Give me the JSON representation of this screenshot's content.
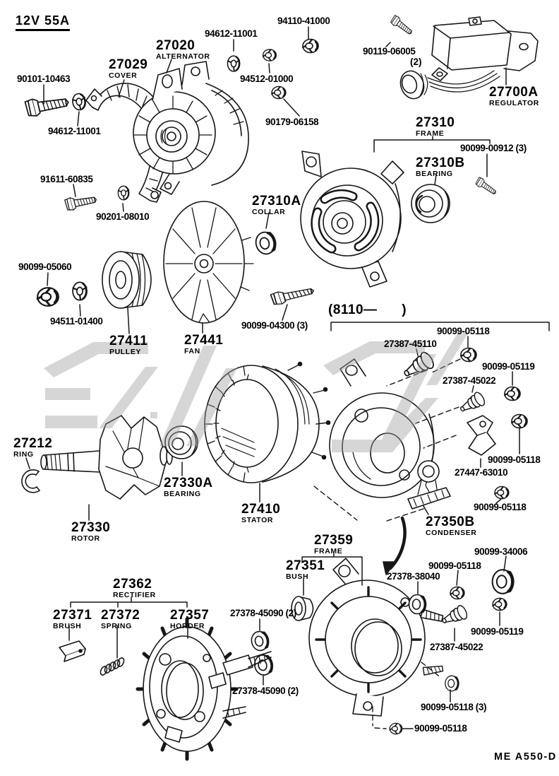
{
  "doc": {
    "type": "exploded-parts-diagram",
    "subject": "alternator",
    "watermark": {
      "icon": "logo-watermark",
      "color": "#9e9e9e"
    }
  },
  "labels": [
    {
      "num": "12V 55A"
    },
    {
      "num": "90101-10463"
    },
    {
      "num": "94612-11001"
    },
    {
      "num": "27029",
      "name": "COVER"
    },
    {
      "num": "27020",
      "name": "ALTERNATOR"
    },
    {
      "num": "94612-11001"
    },
    {
      "num": "94110-41000"
    },
    {
      "num": "94512-01000"
    },
    {
      "num": "90179-06158"
    },
    {
      "num": "90119-06005",
      "qty": "(2)"
    },
    {
      "num": "27700A",
      "name": "REGULATOR"
    },
    {
      "num": "27310",
      "name": "FRAME"
    },
    {
      "num": "90099-00912 (3)"
    },
    {
      "num": "27310B",
      "name": "BEARING"
    },
    {
      "num": "91611-60835"
    },
    {
      "num": "90201-08010"
    },
    {
      "num": "27310A",
      "name": "COLLAR"
    },
    {
      "num": "90099-05060"
    },
    {
      "num": "94511-01400"
    },
    {
      "num": "27411",
      "name": "PULLEY"
    },
    {
      "num": "27441",
      "name": "FAN"
    },
    {
      "num": "90099-04300 (3)"
    },
    {
      "num": "(8110—      )"
    },
    {
      "num": "90099-05118"
    },
    {
      "num": "27387-45110"
    },
    {
      "num": "90099-05119"
    },
    {
      "num": "27387-45022"
    },
    {
      "num": "27212",
      "name": "RING"
    },
    {
      "num": "90099-05118"
    },
    {
      "num": "27447-63010"
    },
    {
      "num": "27330A",
      "name": "BEARING"
    },
    {
      "num": "27410",
      "name": "STATOR"
    },
    {
      "num": "90099-05118"
    },
    {
      "num": "27330",
      "name": "ROTOR"
    },
    {
      "num": "27350B",
      "name": "CONDENSER"
    },
    {
      "num": "27359",
      "name": "FRAME"
    },
    {
      "num": "90099-34006"
    },
    {
      "num": "27351",
      "name": "BUSH"
    },
    {
      "num": "90099-05118"
    },
    {
      "num": "27378-38040"
    },
    {
      "num": "27362",
      "name": "RECTIFIER"
    },
    {
      "num": "27378-45090 (2)"
    },
    {
      "num": "27371",
      "name": "BRUSH"
    },
    {
      "num": "27372",
      "name": "SPRING"
    },
    {
      "num": "27357",
      "name": "HORDER"
    },
    {
      "num": "90099-05119"
    },
    {
      "num": "27387-45022"
    },
    {
      "num": "27378-45090 (2)"
    },
    {
      "num": "90099-05118 (3)"
    },
    {
      "num": "90099-05118"
    },
    {
      "num": "ME A550-D"
    }
  ]
}
